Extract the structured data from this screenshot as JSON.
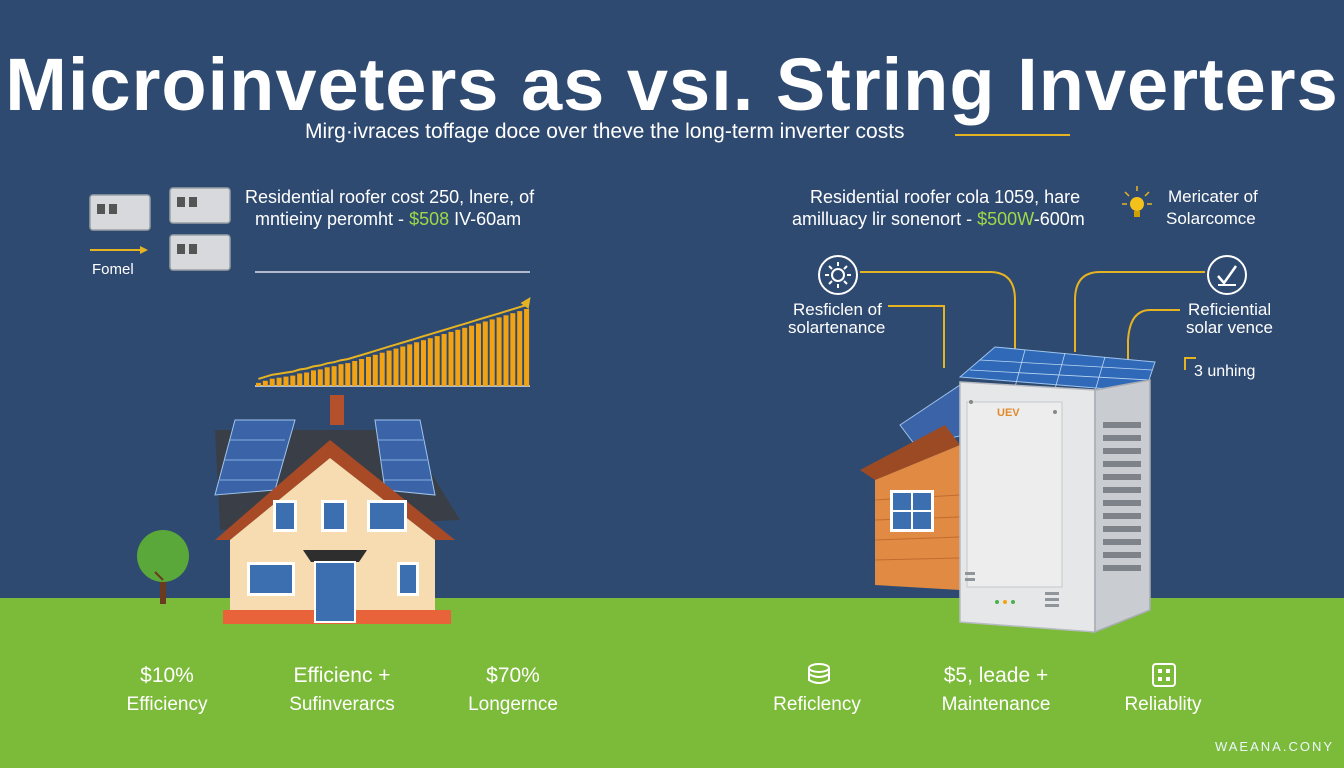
{
  "title": "Microinveters as vsı. String Inverters",
  "subtitle": "Mirg·ivraces toffage doce over theve the long-term inverter costs",
  "left": {
    "info_line1": "Residential roofer cost 250, lnere, of",
    "info_line2_a": "mntieiny peromht - ",
    "info_line2_hl": "$508",
    "info_line2_b": " IV-60am",
    "units_label": "Fomel",
    "stats": [
      {
        "top": "$10%",
        "bottom": "Efficiency"
      },
      {
        "top": "Efficienc +",
        "bottom": "Sufinverarcs"
      },
      {
        "top": "$70%",
        "bottom": "Longernce"
      }
    ]
  },
  "right": {
    "info_line1": "Residential roofer cola 1059, hare",
    "info_line2_a": "amilluacy lir sonenort - ",
    "info_line2_hl": "$500W",
    "info_line2_b": "-600m",
    "top_right_line1": "Mericater of",
    "top_right_line2": "Solarcomce",
    "callout_left_line1": "Resficlen of",
    "callout_left_line2": "solartenance",
    "callout_right_line1": "Reficiential",
    "callout_right_line2": "solar vence",
    "callout_small": "3 unhing",
    "inverter_label": "UEV",
    "stats": [
      {
        "top": "",
        "bottom": "Reficlency"
      },
      {
        "top": "$5, leade +",
        "bottom": "Maintenance"
      },
      {
        "top": "",
        "bottom": "Reliablity"
      }
    ]
  },
  "watermark": "WAEANA.CONY",
  "colors": {
    "sky": "#2f4a70",
    "grass": "#7cbb3a",
    "accent": "#f2a313",
    "highlight": "#9bd84a",
    "line": "#e6b422"
  },
  "chart_data": {
    "type": "bar",
    "values": [
      3,
      5,
      7,
      8,
      9,
      10,
      12,
      13,
      15,
      16,
      18,
      19,
      21,
      22,
      24,
      26,
      28,
      30,
      32,
      34,
      36,
      38,
      40,
      42,
      44,
      46,
      48,
      50,
      52,
      54,
      56,
      58,
      60,
      62,
      64,
      66,
      68,
      70,
      72,
      74
    ],
    "ylim": [
      0,
      100
    ],
    "trend": "increasing"
  }
}
